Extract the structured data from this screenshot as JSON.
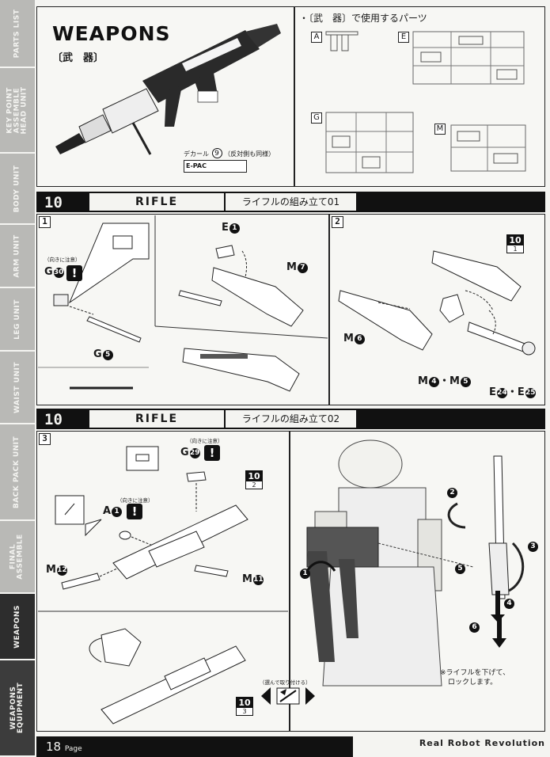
{
  "sidebar": {
    "tabs": [
      {
        "label": "PARTS LIST",
        "active": false
      },
      {
        "label": "KEY POINT\nASSEMBLE\nHEAD UNIT",
        "active": false
      },
      {
        "label": "BODY UNIT",
        "active": false
      },
      {
        "label": "ARM UNIT",
        "active": false
      },
      {
        "label": "LEG UNIT",
        "active": false
      },
      {
        "label": "WAIST UNIT",
        "active": false
      },
      {
        "label": "BACK PACK UNIT",
        "active": false
      },
      {
        "label": "FINAL\nASSEMBLE",
        "active": false
      },
      {
        "label": "WEAPONS",
        "active": true
      },
      {
        "label": "WEAPONS\nEQUIPMENT",
        "active": true
      }
    ]
  },
  "header": {
    "title": "WEAPONS",
    "title_jp": "〔武　器〕",
    "decal_note": "デカール",
    "decal_num": "9",
    "decal_paren": "（反対側も同様）",
    "decal_badge": "E-PAC",
    "parts_used": "・〔武　器〕で使用するパーツ",
    "runners": [
      "A",
      "E",
      "G",
      "M"
    ]
  },
  "step1": {
    "num": "10",
    "name": "RIFLE",
    "sub": "ライフルの組み立て01",
    "panels": [
      "1",
      "2"
    ],
    "caution": "（向きに注意）",
    "warn": "!",
    "parts": {
      "g30": "G",
      "g30n": "30",
      "g5": "G",
      "g5n": "5",
      "e1": "E",
      "e1n": "1",
      "m7": "M",
      "m7n": "7",
      "m6": "M",
      "m6n": "6",
      "m45": "M",
      "m45a": "4",
      "m45sep": "・M",
      "m45b": "5",
      "e2425": "E",
      "e2425a": "24",
      "e2425sep": "・E",
      "e2425b": "25"
    },
    "ref": {
      "top": "10",
      "bot": "1"
    }
  },
  "step2": {
    "num": "10",
    "name": "RIFLE",
    "sub": "ライフルの組み立て02",
    "panel": "3",
    "caution1": "（向きに注意）",
    "caution2": "（向きに注意）",
    "warn": "!",
    "parts": {
      "g29": "G",
      "g29n": "29",
      "a1": "A",
      "a1n": "1",
      "m12": "M",
      "m12n": "12",
      "m11": "M",
      "m11n": "11"
    },
    "ref2": {
      "top": "10",
      "bot": "2"
    },
    "ref3": {
      "top": "10",
      "bot": "3"
    },
    "choice_note": "（選んで取り付ける）",
    "steps": [
      "1",
      "2",
      "3",
      "4",
      "5",
      "6"
    ],
    "lock_note_1": "※ライフルを下げて、",
    "lock_note_2": "ロックします。"
  },
  "footer": {
    "page": "18",
    "page_word": "Page",
    "brand": "Real Robot Revolution"
  }
}
